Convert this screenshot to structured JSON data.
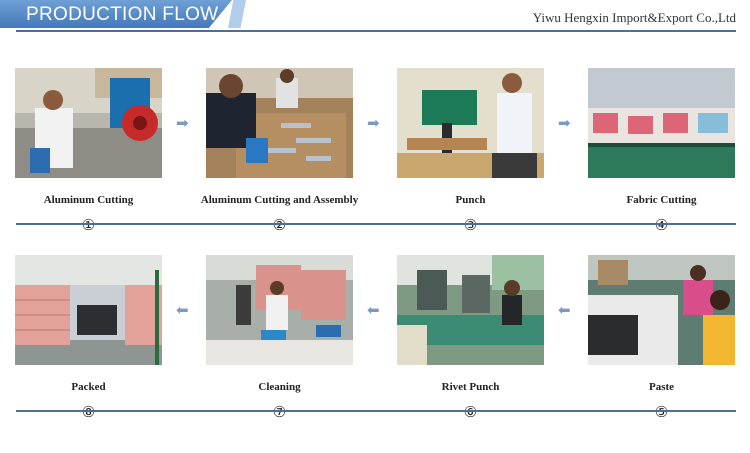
{
  "header": {
    "title": "PRODUCTION FLOW",
    "company": "Yiwu Hengxin Import&Export Co.,Ltd"
  },
  "steps": [
    {
      "label": "Aluminum Cutting",
      "number": "①"
    },
    {
      "label": "Aluminum Cutting and Assembly",
      "number": "②"
    },
    {
      "label": "Punch",
      "number": "③"
    },
    {
      "label": "Fabric Cutting",
      "number": "④"
    },
    {
      "label": "Paste",
      "number": "⑤"
    },
    {
      "label": "Rivet Punch",
      "number": "⑥"
    },
    {
      "label": "Cleaning",
      "number": "⑦"
    },
    {
      "label": "Packed",
      "number": "⑧"
    }
  ],
  "arrows": {
    "forward": "arrow-right-icon",
    "backward": "arrow-left-icon"
  },
  "colors": {
    "banner": "#4a7dbd",
    "lines": "#506e95",
    "arrows": "#7c99be"
  }
}
